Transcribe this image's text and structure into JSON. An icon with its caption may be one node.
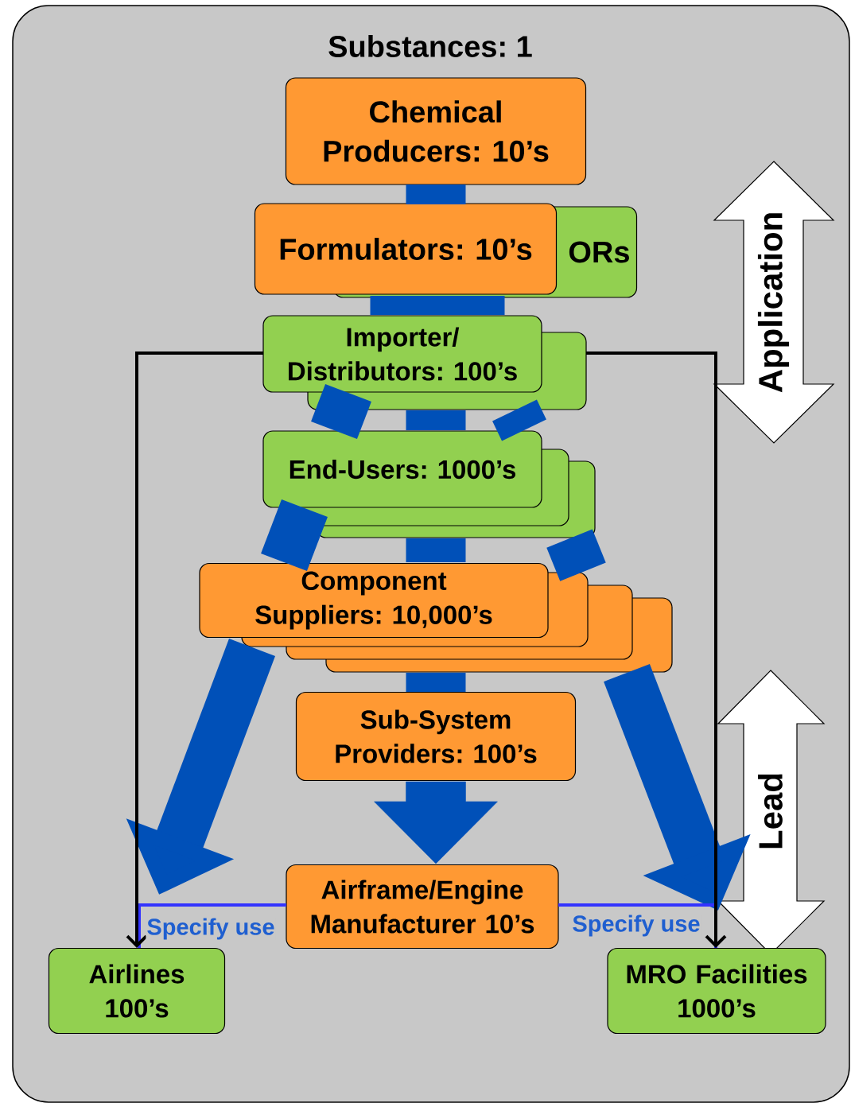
{
  "diagram": {
    "title": "Substances: 1",
    "nodes": [
      {
        "text": [
          "Chemical Producers: 10’s"
        ]
      },
      {
        "text": [
          "Formulators: 10’s"
        ]
      },
      {
        "text": [
          "ORs"
        ]
      },
      {
        "text": [
          "Importer/ Distributors: 100’s"
        ]
      },
      {
        "text": [
          "End-Users: 1000’s"
        ]
      },
      {
        "text": [
          "Component Suppliers: 10,000’s"
        ]
      },
      {
        "text": [
          "Sub-System Providers: 100’s"
        ]
      },
      {
        "text": [
          "Airframe/Engine Manufacturer 10’s"
        ]
      },
      {
        "text": [
          "Airlines 100’s"
        ]
      },
      {
        "text": [
          "MRO Facilities 1000’s"
        ]
      }
    ],
    "edges": [
      {
        "from": 0,
        "to": 1,
        "arrow": "none",
        "color": "#0050b8"
      },
      {
        "from": 1,
        "to": 3,
        "arrow": "none",
        "style": "thick",
        "color": "#0050b8"
      },
      {
        "from": 3,
        "to": 4,
        "arrow": "none",
        "color": "#0050b8"
      },
      {
        "from": 3,
        "to": 4,
        "arrow": "none",
        "color": "#0050b8"
      },
      {
        "from": 3,
        "to": 4,
        "arrow": "none",
        "color": "#0050b8"
      },
      {
        "from": 4,
        "to": 5,
        "arrow": "none",
        "color": "#0050b8"
      },
      {
        "from": 4,
        "to": 5,
        "arrow": "none",
        "color": "#0050b8"
      },
      {
        "from": 4,
        "to": 5,
        "arrow": "none",
        "color": "#0050b8"
      },
      {
        "from": 5,
        "to": 6,
        "arrow": "none",
        "color": "#0050b8"
      },
      {
        "from": 5,
        "to": 8,
        "arrow": "to",
        "color": "#0050b8"
      },
      {
        "from": 5,
        "to": 9,
        "arrow": "to",
        "color": "#0050b8"
      },
      {
        "from": 6,
        "to": 7,
        "arrow": "to",
        "color": "#0050b8"
      },
      {
        "from": 7,
        "to": 8,
        "arrow": "none",
        "label": "Specify use",
        "color": "#3333ff"
      },
      {
        "from": 7,
        "to": 9,
        "arrow": "none",
        "label": "Specify use",
        "color": "#3333ff"
      },
      {
        "from": 3,
        "to": 8,
        "arrow": "to",
        "color": "#000000"
      },
      {
        "from": 3,
        "to": 9,
        "arrow": "to",
        "color": "#000000"
      }
    ],
    "labels": [
      "Application",
      "Lead"
    ]
  }
}
